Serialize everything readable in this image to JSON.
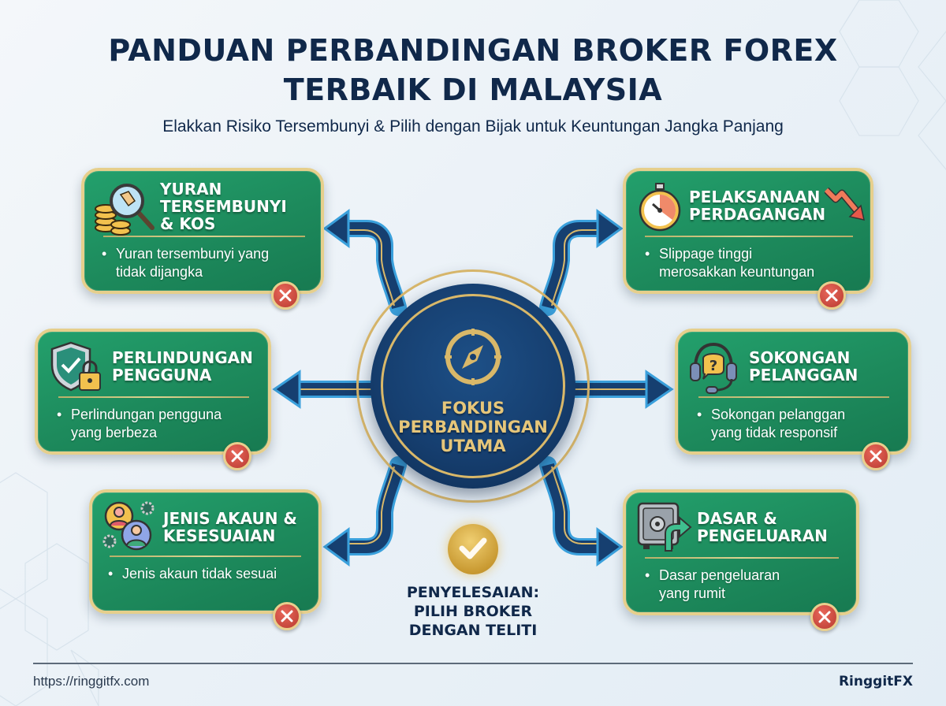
{
  "header": {
    "title_line1": "PANDUAN PERBANDINGAN BROKER FOREX",
    "title_line2": "TERBAIK DI MALAYSIA",
    "subtitle": "Elakkan Risiko Tersembunyi & Pilih dengan Bijak untuk Keuntungan Jangka Panjang"
  },
  "center": {
    "icon": "compass-icon",
    "line1": "FOKUS",
    "line2": "PERBANDINGAN",
    "line3": "UTAMA"
  },
  "cards": [
    {
      "id": "yuran",
      "icon": "coins-magnifier-tag-icon",
      "title_lines": [
        "YURAN",
        "TERSEMBUNYI",
        "& KOS"
      ],
      "bullet_lines": [
        "Yuran tersembunyi yang",
        "tidak dijangka"
      ],
      "status_icon": "x-icon"
    },
    {
      "id": "pelaksanaan",
      "icon": "stopwatch-icon",
      "extra_icon": "trend-down-arrow-icon",
      "title_lines": [
        "PELAKSANAAN",
        "PERDAGANGAN"
      ],
      "bullet_lines": [
        "Slippage tinggi",
        "merosakkan keuntungan"
      ],
      "status_icon": "x-icon"
    },
    {
      "id": "perlindungan",
      "icon": "shield-lock-icon",
      "title_lines": [
        "PERLINDUNGAN",
        "PENGGUNA"
      ],
      "bullet_lines": [
        "Perlindungan pengguna",
        "yang berbeza"
      ],
      "status_icon": "x-icon"
    },
    {
      "id": "sokongan",
      "icon": "headset-question-icon",
      "title_lines": [
        "SOKONGAN",
        "PELANGGAN"
      ],
      "bullet_lines": [
        "Sokongan pelanggan",
        "yang tidak responsif"
      ],
      "status_icon": "x-icon"
    },
    {
      "id": "akaun",
      "icon": "users-gears-icon",
      "title_lines": [
        "JENIS AKAUN &",
        "KESESUAIAN"
      ],
      "bullet_lines": [
        "Jenis akaun tidak sesuai"
      ],
      "status_icon": "x-icon"
    },
    {
      "id": "dasar",
      "icon": "safe-arrow-icon",
      "title_lines": [
        "DASAR &",
        "PENGELUARAN"
      ],
      "bullet_lines": [
        "Dasar pengeluaran",
        "yang rumit"
      ],
      "status_icon": "x-icon"
    }
  ],
  "solution": {
    "icon": "checkmark-badge-icon",
    "line1": "PENYELESAIAN:",
    "line2": "PILIH BROKER",
    "line3": "DENGAN TELITI"
  },
  "footer": {
    "url": "https://ringgitfx.com",
    "brand": "RinggitFX"
  },
  "colors": {
    "navy": "#10284a",
    "card_green": "#1d8a5c",
    "card_border_gold": "#e6cf8c",
    "center_blue": "#163f70",
    "gold": "#d9b869",
    "x_red": "#c9463a",
    "arrow_outline": "#3aa0dc"
  }
}
